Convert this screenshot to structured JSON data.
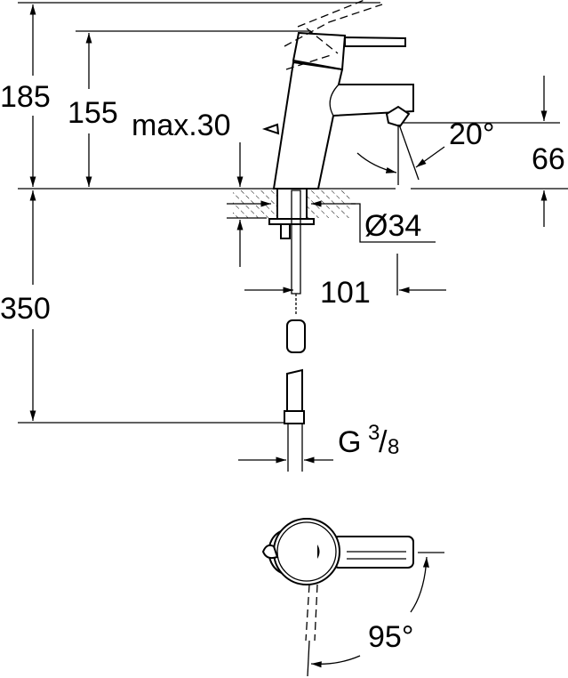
{
  "title": "Basin mixer dimension drawing",
  "dimensions": {
    "total_height": "185",
    "spout_height": "155",
    "max_thickness": "max.30",
    "aerator_angle": "20°",
    "aerator_height": "66",
    "hole_diameter": "Ø34",
    "hose_length": "350",
    "projection": "101",
    "connection_g": "G",
    "connection_num": "3",
    "connection_den": "8",
    "rotation_angle": "95°"
  },
  "colors": {
    "line": "#000000",
    "background": "#ffffff"
  }
}
